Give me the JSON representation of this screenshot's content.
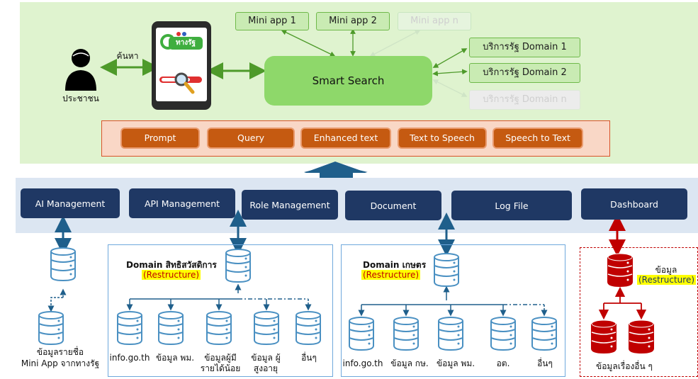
{
  "colors": {
    "top_bg": "#dff3cf",
    "mid_bg": "#dce6f2",
    "navy": "#1f3864",
    "tool": "#c55a11",
    "db_blue": "#4a90c2",
    "db_red": "#c00000",
    "green": "#4e9a2a"
  },
  "user": {
    "label": "ประชาชน",
    "action": "ค้นหา",
    "icon": "person-icon"
  },
  "phone": {
    "logo_text": "ทางรัฐ",
    "icon": "phone-icon"
  },
  "smart_search": "Smart Search",
  "mini_apps": [
    "Mini app 1",
    "Mini app 2",
    "Mini app n"
  ],
  "domains": [
    "บริการรัฐ Domain 1",
    "บริการรัฐ Domain 2",
    "บริการรัฐ Domain n"
  ],
  "tools": [
    "Prompt",
    "Query",
    "Enhanced text",
    "Text to Speech",
    "Speech to Text"
  ],
  "management": [
    "AI Management",
    "API Management",
    "Role Management",
    "Document",
    "Log File",
    "Dashboard"
  ],
  "left_db": {
    "label_line1": "ข้อมูลรายชื่อ",
    "label_line2": "Mini App จากทางรัฐ"
  },
  "welfare": {
    "title": "Domain สิทธิสวัสดิการ",
    "tag": "(Restructure)",
    "items": [
      "info.go.th",
      "ข้อมูล พม.",
      "ข้อมูลผู้มี รายได้น้อย",
      "ข้อมูล ผู้สูงอายุ",
      "อื่นๆ"
    ]
  },
  "agri": {
    "title": "Domain เกษตร",
    "tag": "(Restructure)",
    "items": [
      "info.go.th",
      "ข้อมูล กษ.",
      "ข้อมูล พม.",
      "อต.",
      "อื่นๆ"
    ]
  },
  "other": {
    "title": "ข้อมูล",
    "tag": "(Restructure)",
    "label": "ข้อมูลเรื่องอื่น ๆ"
  }
}
